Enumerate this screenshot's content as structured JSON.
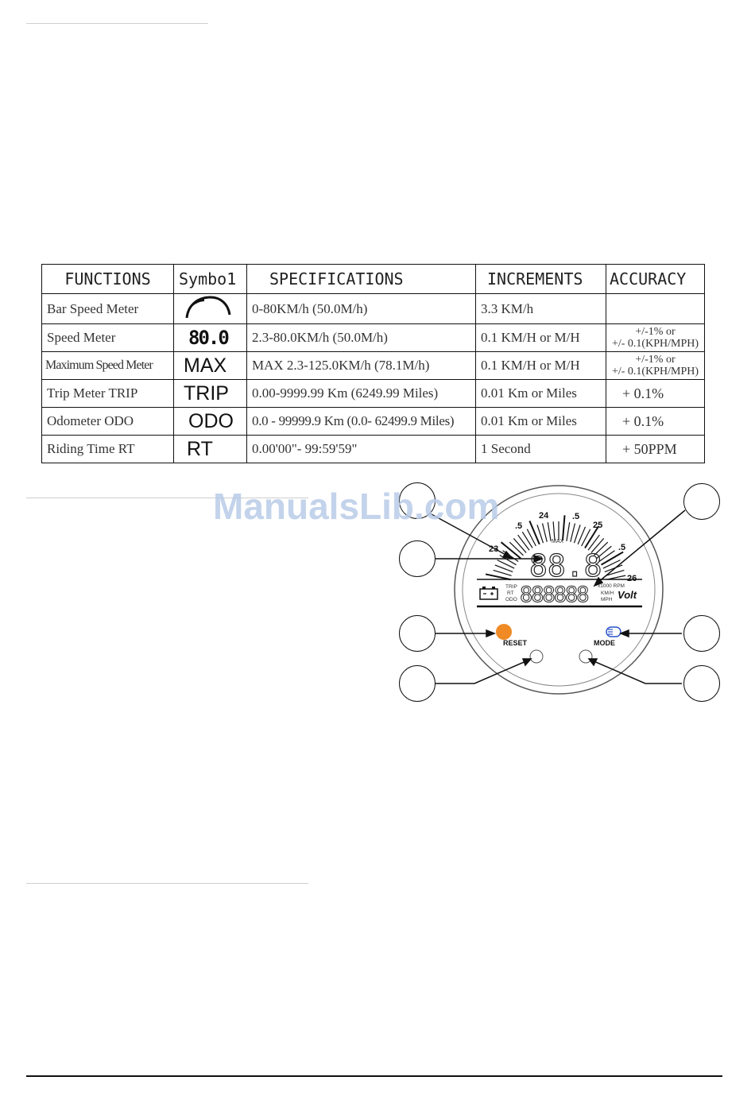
{
  "spec_table": {
    "headers": [
      "FUNCTIONS",
      "Symbo1",
      "SPECIFICATIONS",
      "INCREMENTS",
      "ACCURACY"
    ],
    "rows": [
      {
        "function": "Bar Speed Meter",
        "symbol_icon": "arc-bar-icon",
        "spec": "0-80KM/h (50.0M/h)",
        "increment": "3.3 KM/h",
        "accuracy": ""
      },
      {
        "function": "Speed Meter",
        "symbol": "80.0",
        "spec": "2.3-80.0KM/h (50.0M/h)",
        "increment": "0.1 KM/H or M/H",
        "accuracy_1": "+/-1%  or",
        "accuracy_2": "+/- 0.1(KPH/MPH)"
      },
      {
        "function": "Maximum Speed Meter",
        "symbol": "MAX",
        "spec": "MAX 2.3-125.0KM/h (78.1M/h)",
        "increment": "0.1 KM/H or M/H",
        "accuracy_1": "+/-1%  or",
        "accuracy_2": "+/- 0.1(KPH/MPH)"
      },
      {
        "function": "Trip Meter TRIP",
        "symbol": "TRIP",
        "spec": "0.00-9999.99 Km (6249.99 Miles)",
        "increment": "0.01 Km or Miles",
        "accuracy": "+ 0.1%"
      },
      {
        "function": "Odometer ODO",
        "symbol": "ODO",
        "spec": "0.0 - 99999.9 Km (0.0- 62499.9 Miles)",
        "increment": "0.01 Km or Miles",
        "accuracy": "+ 0.1%"
      },
      {
        "function": "Riding Time RT",
        "symbol": "RT",
        "spec": "0.00'00\"- 99:59'59\"",
        "increment": "1 Second",
        "accuracy": "+ 50PPM"
      }
    ]
  },
  "watermark": "ManualsLib.com",
  "gauge": {
    "scale_labels": [
      "23",
      ".5",
      "24",
      ".5",
      "25",
      ".5",
      "26"
    ],
    "speed_digits": "88.8",
    "odo_digits": "888888",
    "label_reset": "RESET",
    "label_mode": "MODE",
    "label_volt": "Volt",
    "small_max": "MAX",
    "small_rpm": "x1000 RPM",
    "small_trip": "TRIP",
    "small_rt": "RT",
    "small_odo": "ODO",
    "small_unit1": "KM/H",
    "small_unit2": "MPH",
    "colors": {
      "reset_button": "#f08a24",
      "headlight_icon": "#2a54c8"
    }
  }
}
